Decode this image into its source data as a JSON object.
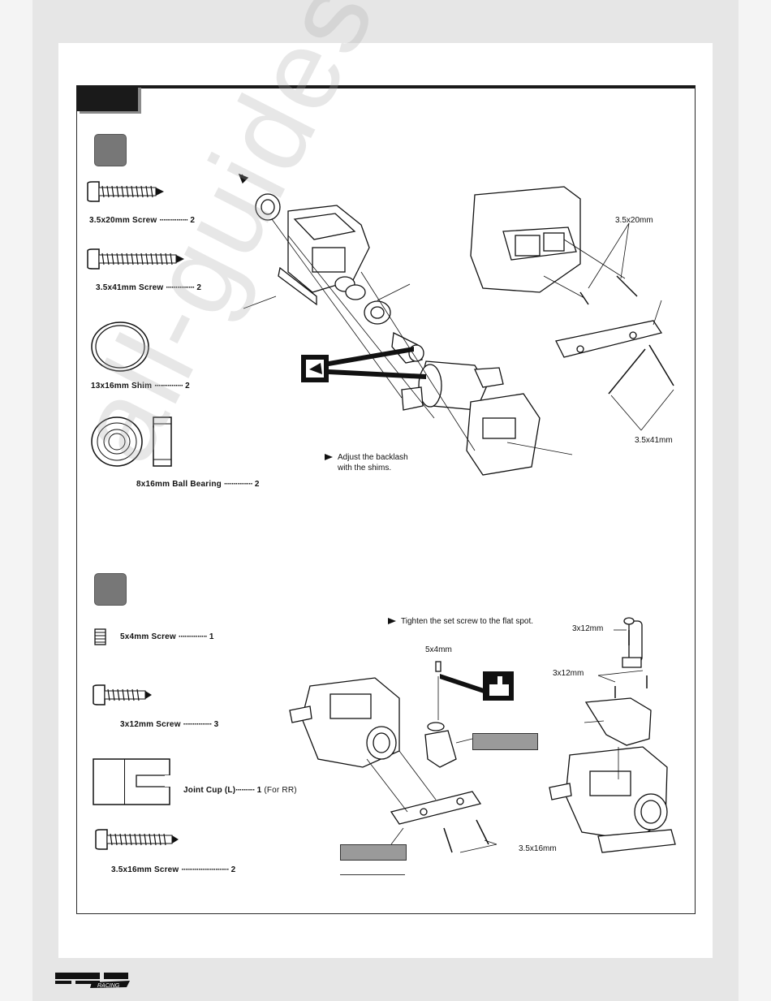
{
  "step1": {
    "parts": [
      {
        "name": "3.5x20mm  Screw",
        "qty": "2"
      },
      {
        "name": "3.5x41mm  Screw",
        "qty": "2"
      },
      {
        "name": "13x16mm Shim",
        "qty": "2"
      },
      {
        "name": "8x16mm Ball Bearing",
        "qty": "2"
      }
    ],
    "callouts": {
      "top_screw": "3.5x20mm",
      "bottom_screw": "3.5x41mm"
    },
    "note": "Adjust the backlash with the shims."
  },
  "step2": {
    "parts": [
      {
        "name": "5x4mm  Screw",
        "qty": "1"
      },
      {
        "name": "3x12mm Screw",
        "qty": "3"
      },
      {
        "name": "Joint  Cup (L)",
        "qty": "1",
        "suffix": "(For RR)"
      },
      {
        "name": "3.5x16mm  Screw",
        "qty": "2"
      }
    ],
    "note": "Tighten the set screw to the flat spot.",
    "callouts": {
      "set_screw": "5x4mm",
      "screw_a": "3x12mm",
      "screw_b": "3x12mm",
      "screw_c": "3.5x16mm"
    }
  },
  "watermark": "all-guides.com",
  "colors": {
    "frame": "#1a1a1a",
    "badge": "#777777",
    "callout_box": "#9a9a9a"
  }
}
